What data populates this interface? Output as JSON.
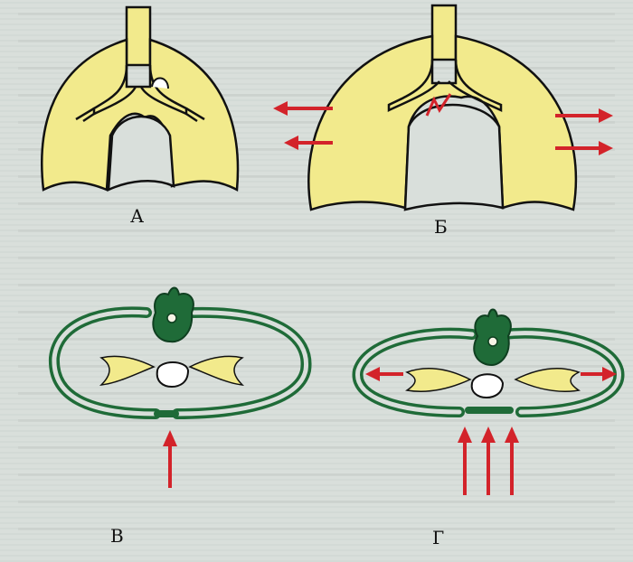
{
  "panels": {
    "a": {
      "label": "А"
    },
    "b": {
      "label": "Б"
    },
    "v": {
      "label": "В"
    },
    "g": {
      "label": "Г"
    }
  },
  "colors": {
    "page_background": "#d9dfdb",
    "lung_fill": "#f2ea8c",
    "outline": "#111111",
    "arrow": "#d3232a",
    "chest_wall": "#1f6b38",
    "vertebra": "#1f6b38"
  },
  "icons": [
    "arrow-left-icon",
    "arrow-right-icon",
    "arrow-up-icon",
    "vertebra-icon"
  ]
}
